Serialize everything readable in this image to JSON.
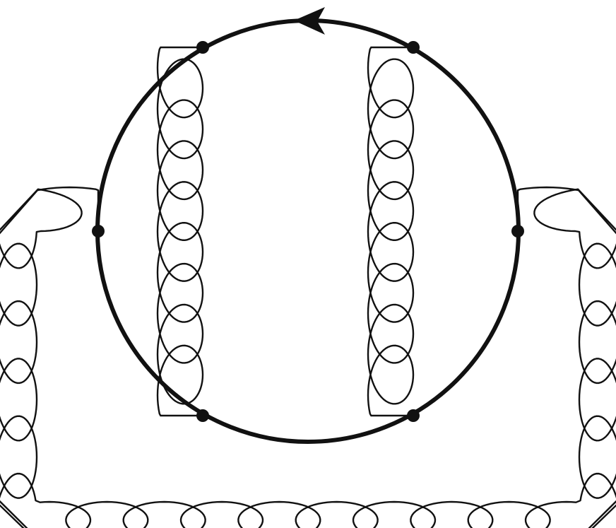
{
  "diagram": {
    "type": "feynman-diagram",
    "line_color": "#111111",
    "background": "#ffffff",
    "fermion_loop": {
      "orientation": "counterclockwise",
      "has_arrow": true
    },
    "vertices": [
      {
        "id": "v-top-left"
      },
      {
        "id": "v-top-right"
      },
      {
        "id": "v-left"
      },
      {
        "id": "v-right"
      },
      {
        "id": "v-bottom-left"
      },
      {
        "id": "v-bottom-right"
      }
    ],
    "gluons": [
      {
        "id": "gluon-inner-left",
        "from": "v-top-left",
        "to": "v-bottom-left"
      },
      {
        "id": "gluon-inner-right",
        "from": "v-top-right",
        "to": "v-bottom-right"
      },
      {
        "id": "gluon-outer",
        "from": "v-left",
        "to": "v-right"
      }
    ]
  }
}
